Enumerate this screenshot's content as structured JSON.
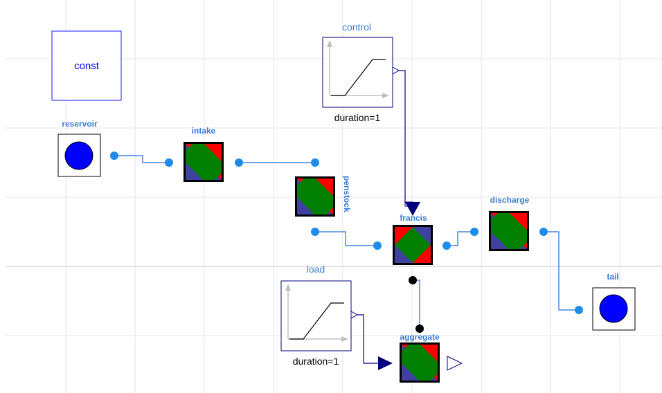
{
  "diagram": {
    "const_text": "const",
    "components": {
      "reservoir": "reservoir",
      "intake": "intake",
      "penstock": "penstock",
      "control": "control",
      "francis": "francis",
      "discharge": "discharge",
      "tail": "tail",
      "load": "load",
      "aggregate": "aggregate"
    },
    "control_param": "duration=1",
    "load_param": "duration=1"
  },
  "colors": {
    "grid": "#e6e6e6",
    "wire": "#1e6fd9",
    "port": "#1e8ce8",
    "signal_wire": "#00007f",
    "label": "#3a7bd5",
    "const_text": "#0000ff",
    "pipe_red": "#ff0000",
    "pipe_green": "#008000",
    "pipe_blue": "#4040a0",
    "water_blue": "#0000ff"
  }
}
